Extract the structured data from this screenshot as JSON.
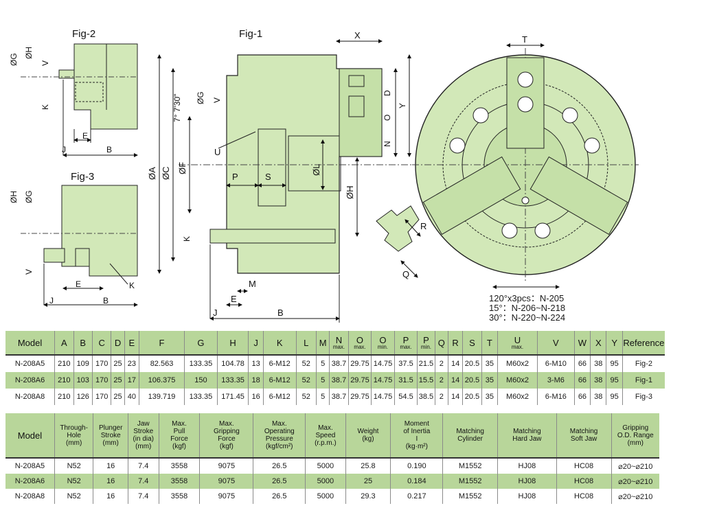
{
  "figures": {
    "fig1": "Fig-1",
    "fig2": "Fig-2",
    "fig3": "Fig-3"
  },
  "dims": {
    "phiG": "ØG",
    "phiH": "ØH",
    "phiA": "ØA",
    "phiC": "ØC",
    "phiF": "ØF",
    "phiL": "ØL",
    "V": "V",
    "K": "K",
    "E": "E",
    "B": "B",
    "J": "J",
    "U": "U",
    "P": "P",
    "S": "S",
    "M": "M",
    "X": "X",
    "D": "D",
    "O": "O",
    "N": "N",
    "Y": "Y",
    "T": "T",
    "R": "R",
    "Q": "Q",
    "angle": "7° 7'30\""
  },
  "notes": [
    "120°x3pcs：N-205",
    "15°：N-206~N-218",
    "30°：N-220~N-224"
  ],
  "table1": {
    "headers": [
      {
        "t": "Model"
      },
      {
        "t": "A"
      },
      {
        "t": "B"
      },
      {
        "t": "C"
      },
      {
        "t": "D"
      },
      {
        "t": "E"
      },
      {
        "t": "F"
      },
      {
        "t": "G"
      },
      {
        "t": "H"
      },
      {
        "t": "J"
      },
      {
        "t": "K"
      },
      {
        "t": "L"
      },
      {
        "t": "M"
      },
      {
        "t": "N",
        "s": "max."
      },
      {
        "t": "O",
        "s": "max."
      },
      {
        "t": "O",
        "s": "min."
      },
      {
        "t": "P",
        "s": "max."
      },
      {
        "t": "P",
        "s": "min."
      },
      {
        "t": "Q"
      },
      {
        "t": "R"
      },
      {
        "t": "S"
      },
      {
        "t": "T"
      },
      {
        "t": "U",
        "s": "max."
      },
      {
        "t": "V"
      },
      {
        "t": "W"
      },
      {
        "t": "X"
      },
      {
        "t": "Y"
      },
      {
        "t": "Reference"
      }
    ],
    "rows": [
      [
        "N-208A5",
        "210",
        "109",
        "170",
        "25",
        "23",
        "82.563",
        "133.35",
        "104.78",
        "13",
        "6-M12",
        "52",
        "5",
        "38.7",
        "29.75",
        "14.75",
        "37.5",
        "21.5",
        "2",
        "14",
        "20.5",
        "35",
        "M60x2",
        "6-M10",
        "66",
        "38",
        "95",
        "Fig-2"
      ],
      [
        "N-208A6",
        "210",
        "103",
        "170",
        "25",
        "17",
        "106.375",
        "150",
        "133.35",
        "18",
        "6-M12",
        "52",
        "5",
        "38.7",
        "29.75",
        "14.75",
        "31.5",
        "15.5",
        "2",
        "14",
        "20.5",
        "35",
        "M60x2",
        "3-M6",
        "66",
        "38",
        "95",
        "Fig-1"
      ],
      [
        "N-208A8",
        "210",
        "126",
        "170",
        "25",
        "40",
        "139.719",
        "133.35",
        "171.45",
        "16",
        "6-M12",
        "52",
        "5",
        "38.7",
        "29.75",
        "14.75",
        "54.5",
        "38.5",
        "2",
        "14",
        "20.5",
        "35",
        "M60x2",
        "6-M16",
        "66",
        "38",
        "95",
        "Fig-3"
      ]
    ]
  },
  "table2": {
    "headers": [
      "Model",
      "Through-\nHole\n(mm)",
      "Plunger\nStroke\n(mm)",
      "Jaw\nStroke\n(in dia)\n(mm)",
      "Max.\nPull\nForce\n(kgf)",
      "Max.\nGripping\nForce\n(kgf)",
      "Max.\nOperating\nPressure\n(kgf/cm²)",
      "Max.\nSpeed\n(r.p.m.)",
      "Weight\n(kg)",
      "Moment\nof Inertia\nI\n(kg·m²)",
      "Matching\nCylinder",
      "Matching\nHard Jaw",
      "Matching\nSoft Jaw",
      "Gripping\nO.D. Range\n(mm)"
    ],
    "rows": [
      [
        "N-208A5",
        "N52",
        "16",
        "7.4",
        "3558",
        "9075",
        "26.5",
        "5000",
        "25.8",
        "0.190",
        "M1552",
        "HJ08",
        "HC08",
        "⌀20~⌀210"
      ],
      [
        "N-208A6",
        "N52",
        "16",
        "7.4",
        "3558",
        "9075",
        "26.5",
        "5000",
        "25",
        "0.184",
        "M1552",
        "HJ08",
        "HC08",
        "⌀20~⌀210"
      ],
      [
        "N-208A8",
        "N52",
        "16",
        "7.4",
        "3558",
        "9075",
        "26.5",
        "5000",
        "29.3",
        "0.217",
        "M1552",
        "HJ08",
        "HC08",
        "⌀20~⌀210"
      ]
    ]
  }
}
